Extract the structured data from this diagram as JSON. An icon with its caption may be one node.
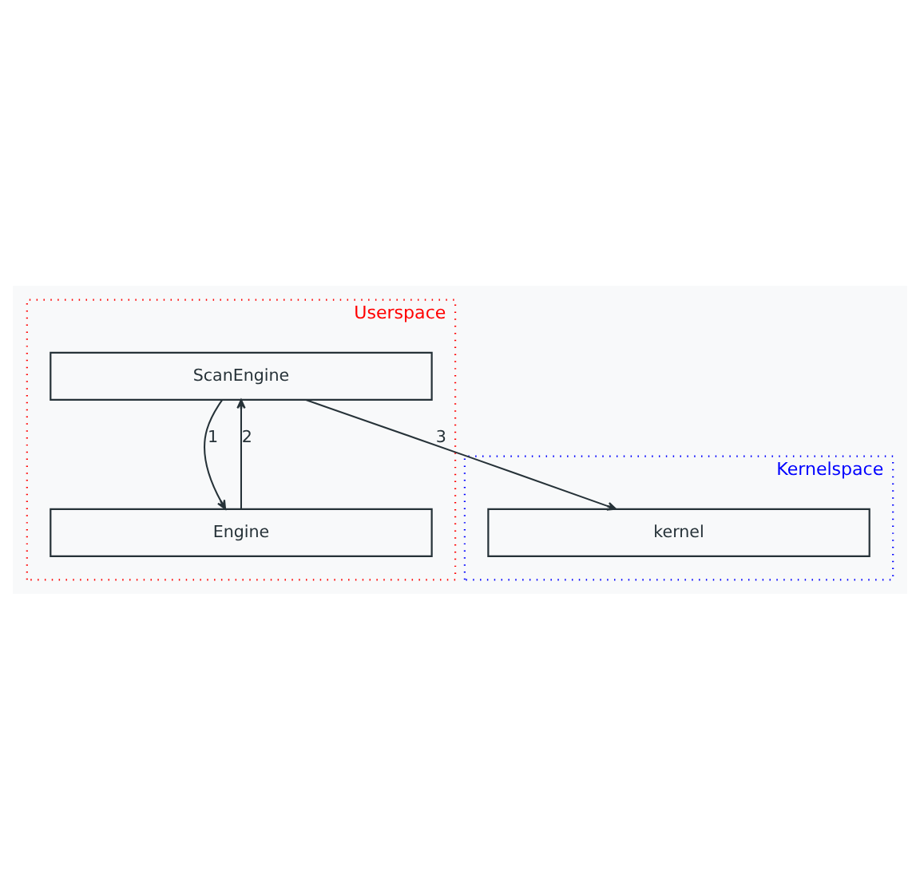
{
  "diagram": {
    "nodes": [
      {
        "text": [
          "Kernelspace"
        ]
      },
      {
        "text": [
          "kernel"
        ],
        "in": 0
      },
      {
        "text": [
          "Userspace"
        ]
      },
      {
        "text": [
          "ScanEngine"
        ],
        "in": 2
      },
      {
        "text": [
          "Engine"
        ],
        "in": 2
      }
    ],
    "edges": [
      {
        "from": 3,
        "to": 1,
        "arrow": "to",
        "label": "3"
      },
      {
        "from": 3,
        "to": 4,
        "arrow": "to",
        "label": "1"
      },
      {
        "from": 4,
        "to": 3,
        "arrow": "to",
        "label": "2"
      }
    ]
  }
}
